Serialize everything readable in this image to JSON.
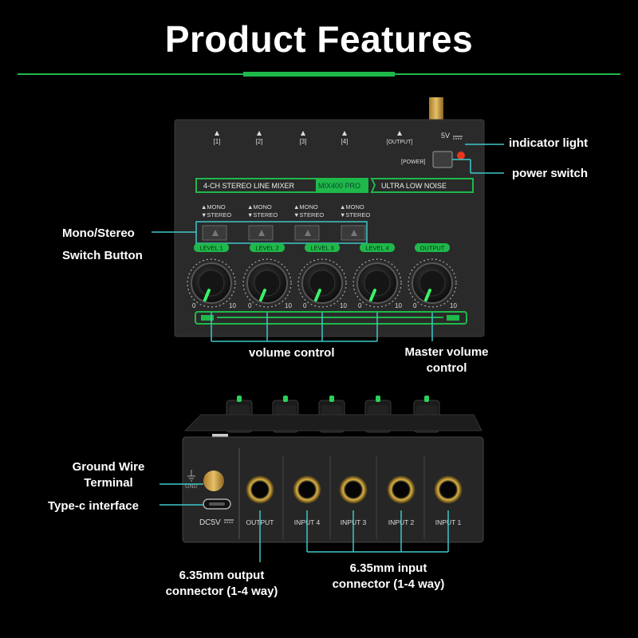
{
  "title": "Product Features",
  "colors": {
    "accent": "#1fb84a",
    "cyan_line": "#3ec7c7",
    "panel": "#2b2b2b",
    "led_red": "#e8361e"
  },
  "top_panel": {
    "channels": [
      "[1]",
      "[2]",
      "[3]",
      "[4]",
      "[OUTPUT]"
    ],
    "power_voltage": "5V",
    "power_label": "[POWER]",
    "banner_left": "4-CH STEREO LINE MIXER",
    "banner_model": "MIX400 PRO",
    "banner_right": "ULTRA LOW NOISE",
    "mono_label": "▲MONO",
    "stereo_label": "▼STEREO",
    "level_labels": [
      "LEVEL 1",
      "LEVEL 2",
      "LEVEL 3",
      "LEVEL 4",
      "OUTPUT"
    ],
    "scale_min": "0",
    "scale_max": "10"
  },
  "callouts": {
    "indicator_light": "indicator light",
    "power_switch": "power switch",
    "mono_stereo_line1": "Mono/Stereo",
    "mono_stereo_line2": "Switch Button",
    "volume_control": "volume control",
    "master_volume_line1": "Master volume",
    "master_volume_line2": "control",
    "ground_wire_line1": "Ground Wire",
    "ground_wire_line2": "Terminal",
    "typec": "Type-c interface",
    "output_conn_line1": "6.35mm output",
    "output_conn_line2": "connector (1-4 way)",
    "input_conn_line1": "6.35mm input",
    "input_conn_line2": "connector (1-4 way)"
  },
  "bottom_panel": {
    "gnd_label": "GND",
    "dc_label": "DC5V",
    "jack_labels": [
      "OUTPUT",
      "INPUT 4",
      "INPUT 3",
      "INPUT 2",
      "INPUT 1"
    ]
  }
}
